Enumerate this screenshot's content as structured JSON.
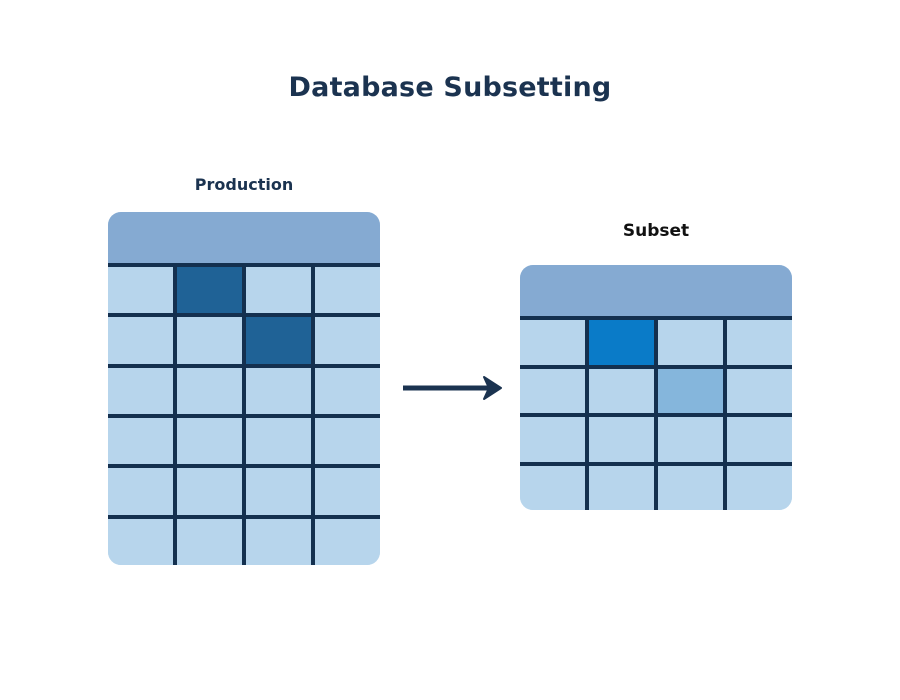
{
  "title": "Database Subsetting",
  "colors": {
    "title_text": "#1b3350",
    "production_caption_text": "#1b3350",
    "subset_caption_text": "#111111",
    "header_band": "#85aad2",
    "cell_light": "#b7d5ec",
    "grid_line": "#14304f",
    "highlight_production": "#1f6296",
    "highlight_subset_primary": "#0a7bc8",
    "highlight_subset_secondary": "#85b6dc",
    "arrow": "#1b3350",
    "background": "#ffffff"
  },
  "diagram": {
    "type": "database-subsetting",
    "flow_direction": "left-to-right",
    "arrow_icon": "arrow-right-icon"
  },
  "production_table": {
    "caption": "Production",
    "columns": 4,
    "body_rows": 6,
    "has_header_band": true,
    "rows": [
      [
        {
          "fill": "light"
        },
        {
          "fill": "highlight-dark"
        },
        {
          "fill": "light"
        },
        {
          "fill": "light"
        }
      ],
      [
        {
          "fill": "light"
        },
        {
          "fill": "light"
        },
        {
          "fill": "highlight-dark"
        },
        {
          "fill": "light"
        }
      ],
      [
        {
          "fill": "light"
        },
        {
          "fill": "light"
        },
        {
          "fill": "light"
        },
        {
          "fill": "light"
        }
      ],
      [
        {
          "fill": "light"
        },
        {
          "fill": "light"
        },
        {
          "fill": "light"
        },
        {
          "fill": "light"
        }
      ],
      [
        {
          "fill": "light"
        },
        {
          "fill": "light"
        },
        {
          "fill": "light"
        },
        {
          "fill": "light"
        }
      ],
      [
        {
          "fill": "light"
        },
        {
          "fill": "light"
        },
        {
          "fill": "light"
        },
        {
          "fill": "light"
        }
      ]
    ]
  },
  "subset_table": {
    "caption": "Subset",
    "columns": 4,
    "body_rows": 4,
    "has_header_band": true,
    "rows": [
      [
        {
          "fill": "light"
        },
        {
          "fill": "highlight-bright"
        },
        {
          "fill": "light"
        },
        {
          "fill": "light"
        }
      ],
      [
        {
          "fill": "light"
        },
        {
          "fill": "light"
        },
        {
          "fill": "highlight-medium"
        },
        {
          "fill": "light"
        }
      ],
      [
        {
          "fill": "light"
        },
        {
          "fill": "light"
        },
        {
          "fill": "light"
        },
        {
          "fill": "light"
        }
      ],
      [
        {
          "fill": "light"
        },
        {
          "fill": "light"
        },
        {
          "fill": "light"
        },
        {
          "fill": "light"
        }
      ]
    ]
  }
}
